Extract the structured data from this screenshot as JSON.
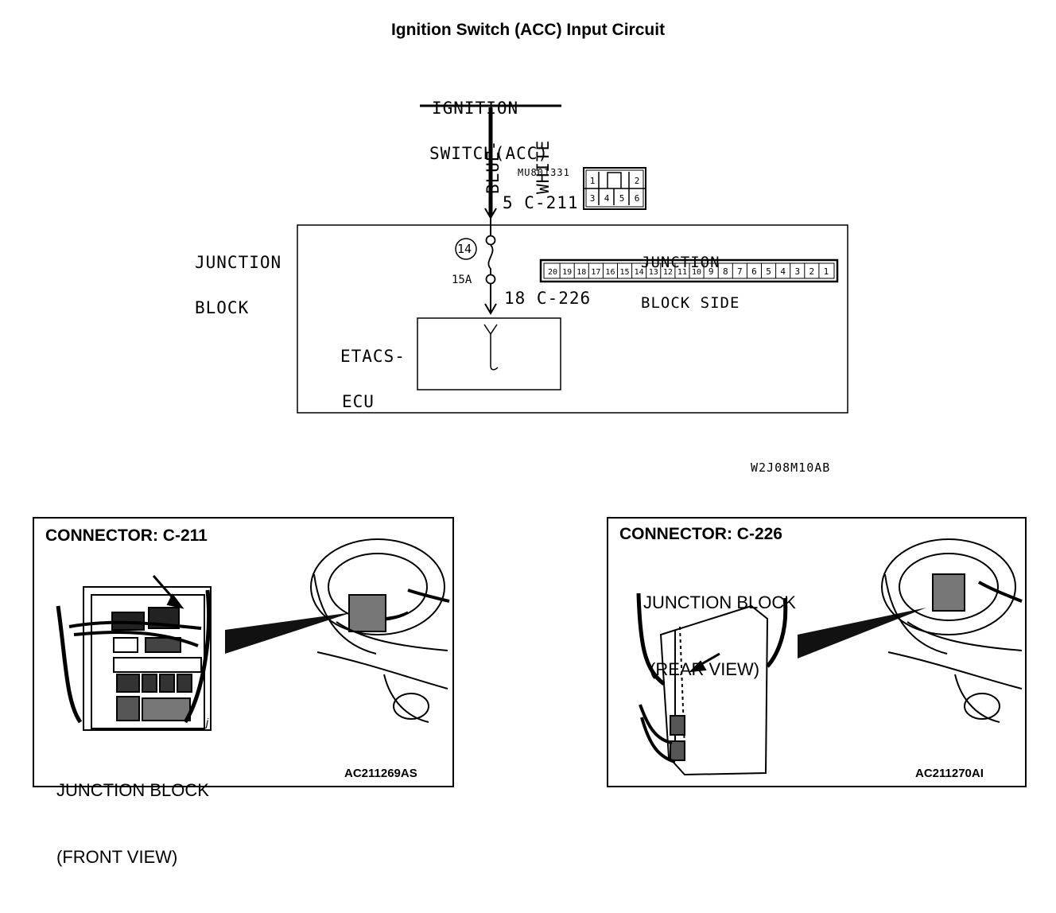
{
  "title": "Ignition Switch (ACC) Input Circuit",
  "schematic": {
    "switch_label_line1": "IGNITION",
    "switch_label_line2": "SWITCH(ACC)",
    "wire_color_line1": "BLUE-",
    "wire_color_line2": "WHITE",
    "part_number": "MU801331",
    "connector_c211_pins": [
      "1",
      "2",
      "3",
      "4",
      "5",
      "6"
    ],
    "pin_c211": "5 C-211",
    "junction_block_line1": "JUNCTION",
    "junction_block_line2": "BLOCK",
    "fuse_number": "14",
    "fuse_rating": "15A",
    "pin_c226": "18 C-226",
    "junction_side_line1": "JUNCTION",
    "junction_side_line2": "BLOCK SIDE",
    "connector_c226_pins": [
      "20",
      "19",
      "18",
      "17",
      "16",
      "15",
      "14",
      "13",
      "12",
      "11",
      "10",
      "9",
      "8",
      "7",
      "6",
      "5",
      "4",
      "3",
      "2",
      "1"
    ],
    "ecu_line1": "ETACS-",
    "ecu_line2": "ECU",
    "figure_code": "W2J08M10AB"
  },
  "panels": {
    "left": {
      "heading": "CONNECTOR: C-211",
      "caption_line1": "JUNCTION BLOCK",
      "caption_line2": "(FRONT VIEW)",
      "code": "AC211269AS",
      "mark": "j"
    },
    "right": {
      "heading": "CONNECTOR: C-226",
      "caption_line1": "JUNCTION BLOCK",
      "caption_line2": "(REAR VIEW)",
      "code": "AC211270AI"
    }
  }
}
